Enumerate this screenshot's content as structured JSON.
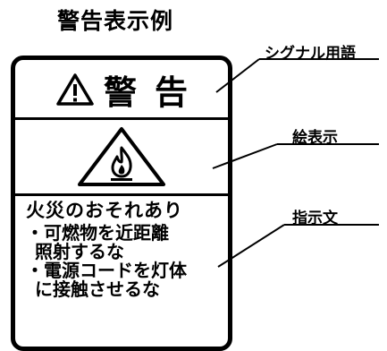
{
  "title": "警告表示例",
  "labels": {
    "signal_word": "シグナル用語",
    "pictogram": "絵表示",
    "statement": "指示文"
  },
  "sign": {
    "signal_word": "警告",
    "statement_lines": [
      "火災のおそれあり",
      "・可燃物を近距離",
      "照射するな",
      "・電源コードを灯体",
      "に接触させるな"
    ]
  },
  "icons": {
    "signal_symbol": "exclamation-triangle-icon",
    "pictogram": "flame-triangle-icon"
  }
}
